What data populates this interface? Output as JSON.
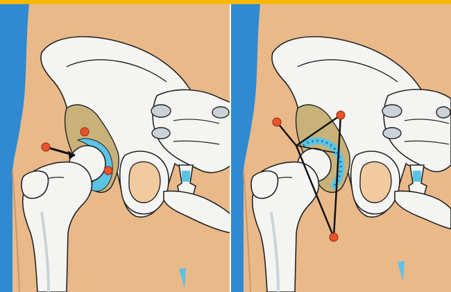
{
  "colors": {
    "accent_bar": "#f6b800",
    "skin": "#e9b98a",
    "skin_light": "#f2caa0",
    "background_blue": "#2f8ad2",
    "bone": "#f4f5f2",
    "bone_shadow": "#c9d3d8",
    "acetabulum": "#c8b27a",
    "cartilage": "#5bc3e6",
    "marker": "#e8532b",
    "outline": "#222222"
  },
  "panels": [
    {
      "name": "left",
      "markers": 3,
      "icon": "hip-joint-normal-illustration"
    },
    {
      "name": "right",
      "markers": 3,
      "icon": "hip-joint-triangle-illustration"
    }
  ]
}
